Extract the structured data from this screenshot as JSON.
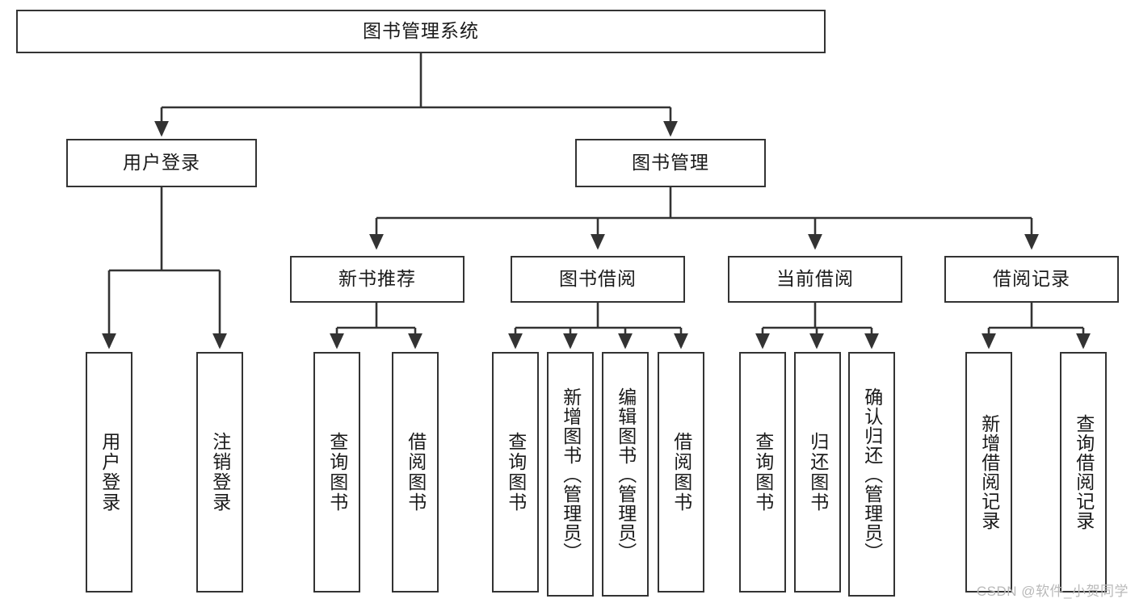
{
  "diagram": {
    "type": "tree-structure-chart",
    "title": "图书管理系统",
    "watermark": "CSDN @软件_小贺同学",
    "colors": {
      "stroke": "#333333",
      "fill": "#ffffff",
      "text": "#1a1a1a",
      "watermark": "#b9b9b9"
    },
    "nodes": {
      "root": {
        "label": "图书管理系统"
      },
      "level1": [
        {
          "id": "user-login",
          "label": "用户登录"
        },
        {
          "id": "book-manage",
          "label": "图书管理"
        }
      ],
      "level2": [
        {
          "id": "new-book-recommend",
          "label": "新书推荐"
        },
        {
          "id": "book-borrow",
          "label": "图书借阅"
        },
        {
          "id": "current-borrow",
          "label": "当前借阅"
        },
        {
          "id": "borrow-record",
          "label": "借阅记录"
        }
      ],
      "leaves": {
        "user-login": [
          {
            "id": "leaf-user-login",
            "label": "用户登录"
          },
          {
            "id": "leaf-user-logout",
            "label": "注销登录"
          }
        ],
        "new-book-recommend": [
          {
            "id": "leaf-query-book-1",
            "label": "查询图书"
          },
          {
            "id": "leaf-borrow-book-1",
            "label": "借阅图书"
          }
        ],
        "book-borrow": [
          {
            "id": "leaf-query-book-2",
            "label": "查询图书"
          },
          {
            "id": "leaf-add-book",
            "label": "新增图书（管理员）"
          },
          {
            "id": "leaf-edit-book",
            "label": "编辑图书（管理员）"
          },
          {
            "id": "leaf-borrow-book-2",
            "label": "借阅图书"
          }
        ],
        "current-borrow": [
          {
            "id": "leaf-query-book-3",
            "label": "查询图书"
          },
          {
            "id": "leaf-return-book",
            "label": "归还图书"
          },
          {
            "id": "leaf-confirm-return",
            "label": "确认归还（管理员）"
          }
        ],
        "borrow-record": [
          {
            "id": "leaf-add-record",
            "label": "新增借阅记录"
          },
          {
            "id": "leaf-query-record",
            "label": "查询借阅记录"
          }
        ]
      }
    }
  }
}
